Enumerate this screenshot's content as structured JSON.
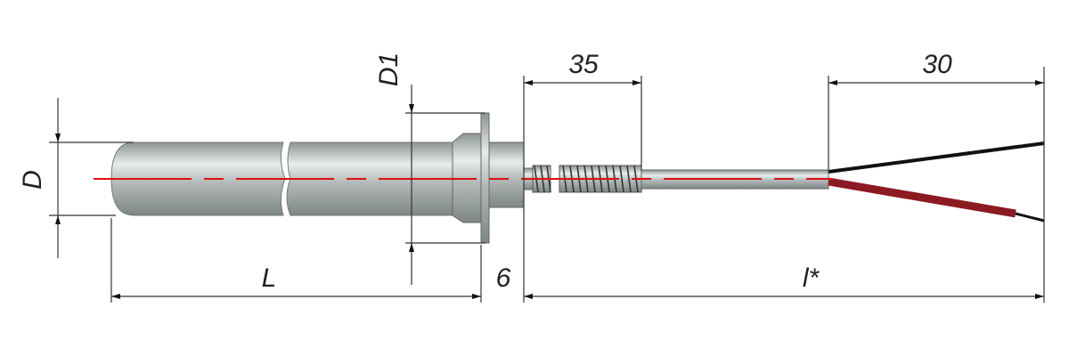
{
  "labels": {
    "diameter": "D",
    "flange_diameter": "D1",
    "thread_length": "35",
    "lead_length": "30",
    "body_length": "L",
    "flange_gap": "6",
    "cable_length": "l*"
  },
  "colors": {
    "centerline": "#e01010",
    "wire_red": "#8b1a22",
    "wire_black": "#111111",
    "metal": "#a4aaaa"
  }
}
